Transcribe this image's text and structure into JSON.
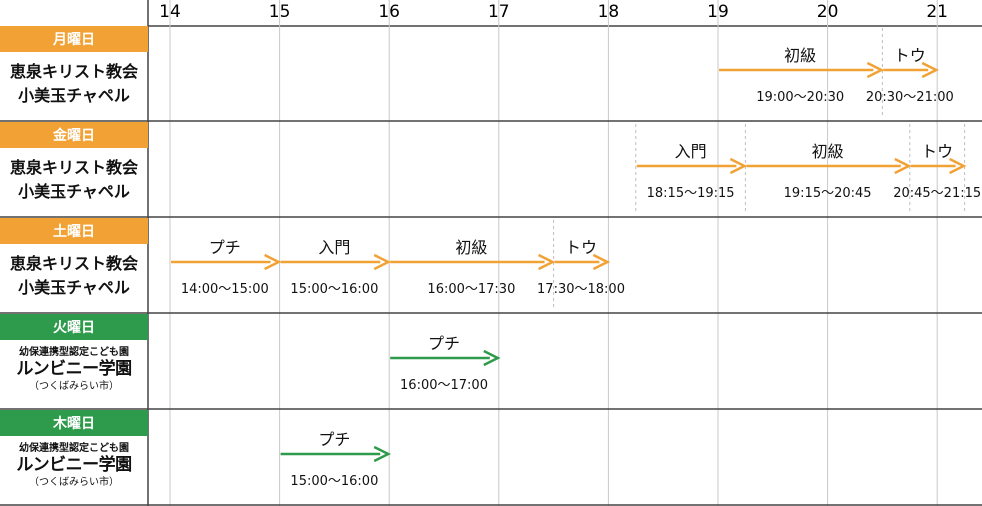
{
  "colors": {
    "orange": "#f2a134",
    "green": "#2e9a4b",
    "grid": "#c8c8c8",
    "frame": "#444444"
  },
  "hours": [
    "14",
    "15",
    "16",
    "17",
    "18",
    "19",
    "20",
    "21"
  ],
  "rows": [
    {
      "day": "月曜日",
      "color": "orange",
      "venue_line1": "恵泉キリスト教会",
      "venue_line2": "小美玉チャペル",
      "sessions": [
        {
          "name": "初級",
          "time": "19:00〜20:30",
          "start": 19.0,
          "end": 20.5
        },
        {
          "name": "トウ",
          "time": "20:30〜21:00",
          "start": 20.5,
          "end": 21.0
        }
      ]
    },
    {
      "day": "金曜日",
      "color": "orange",
      "venue_line1": "恵泉キリスト教会",
      "venue_line2": "小美玉チャペル",
      "sessions": [
        {
          "name": "入門",
          "time": "18:15〜19:15",
          "start": 18.25,
          "end": 19.25
        },
        {
          "name": "初級",
          "time": "19:15〜20:45",
          "start": 19.25,
          "end": 20.75
        },
        {
          "name": "トウ",
          "time": "20:45〜21:15",
          "start": 20.75,
          "end": 21.25
        }
      ]
    },
    {
      "day": "土曜日",
      "color": "orange",
      "venue_line1": "恵泉キリスト教会",
      "venue_line2": "小美玉チャペル",
      "sessions": [
        {
          "name": "プチ",
          "time": "14:00〜15:00",
          "start": 14.0,
          "end": 15.0
        },
        {
          "name": "入門",
          "time": "15:00〜16:00",
          "start": 15.0,
          "end": 16.0
        },
        {
          "name": "初級",
          "time": "16:00〜17:30",
          "start": 16.0,
          "end": 17.5
        },
        {
          "name": "トウ",
          "time": "17:30〜18:00",
          "start": 17.5,
          "end": 18.0
        }
      ]
    },
    {
      "day": "火曜日",
      "color": "green",
      "venue_sub": "幼保連携型認定こども園",
      "venue_main": "ルンビニー学園",
      "venue_city": "（つくばみらい市）",
      "sessions": [
        {
          "name": "プチ",
          "time": "16:00〜17:00",
          "start": 16.0,
          "end": 17.0
        }
      ]
    },
    {
      "day": "木曜日",
      "color": "green",
      "venue_sub": "幼保連携型認定こども園",
      "venue_main": "ルンビニー学園",
      "venue_city": "（つくばみらい市）",
      "sessions": [
        {
          "name": "プチ",
          "time": "15:00〜16:00",
          "start": 15.0,
          "end": 16.0
        }
      ]
    }
  ]
}
